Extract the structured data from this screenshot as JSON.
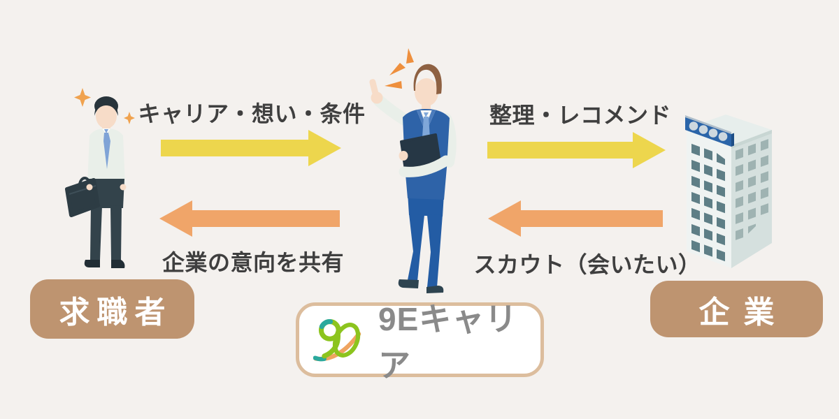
{
  "diagram": {
    "background": "#F4F1EE",
    "label_color": "#3F3F3F"
  },
  "actors": {
    "seeker": {
      "label": "求職者",
      "badge_color": "#BE9470",
      "label_text_color": "#FFFFFF",
      "figure": "job-seeker-with-briefcase"
    },
    "advisor": {
      "figure": "career-advisor-pointing-with-clipboard"
    },
    "company": {
      "label": "企業",
      "badge_color": "#BE9470",
      "label_text_color": "#FFFFFF",
      "figure": "office-building"
    }
  },
  "flows": {
    "seeker_to_advisor": {
      "label": "キャリア・想い・条件",
      "direction": "right",
      "color": "#EDD64D"
    },
    "advisor_to_company": {
      "label": "整理・レコメンド",
      "direction": "right",
      "color": "#EDD64D"
    },
    "advisor_to_seeker": {
      "label": "企業の意向を共有",
      "direction": "left",
      "color": "#F0A569"
    },
    "company_to_advisor": {
      "label": "スカウト（会いたい）",
      "direction": "left",
      "color": "#F0A569"
    }
  },
  "logo": {
    "text": "9Eキャリア",
    "text_color": "#8A8A8A",
    "border_color": "#DCBD9D",
    "mark_colors": {
      "green": "#8CC41E",
      "teal": "#2BA99D",
      "orange": "#EFA460"
    }
  }
}
